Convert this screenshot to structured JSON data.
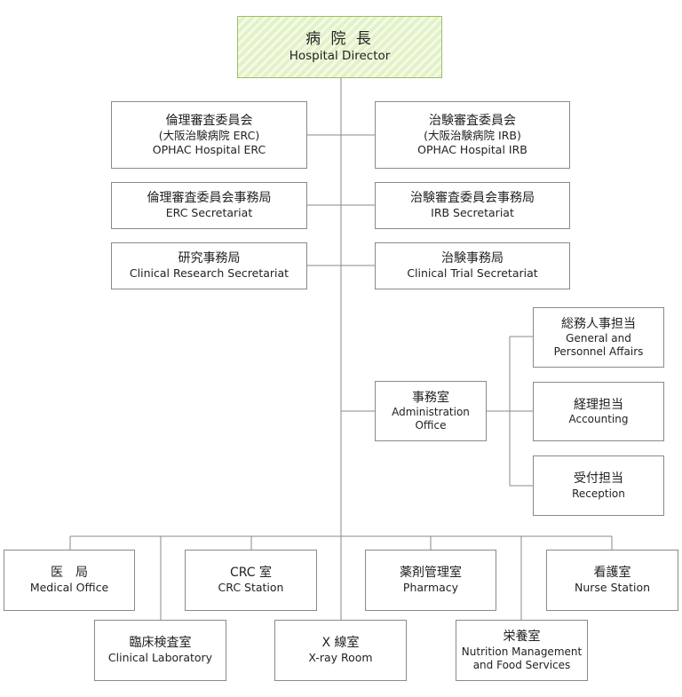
{
  "director": {
    "ja": "病 院 長",
    "en": "Hospital Director"
  },
  "committees": {
    "erc": {
      "ja": "倫理審査委員会",
      "ja2": "(大阪治験病院 ERC)",
      "en": "OPHAC Hospital ERC"
    },
    "irb": {
      "ja": "治験審査委員会",
      "ja2": "(大阪治験病院 IRB)",
      "en": "OPHAC Hospital IRB"
    },
    "erc_secretariat": {
      "ja": "倫理審査委員会事務局",
      "en": "ERC Secretariat"
    },
    "irb_secretariat": {
      "ja": "治験審査委員会事務局",
      "en": "IRB Secretariat"
    },
    "research_secretariat": {
      "ja": "研究事務局",
      "en": "Clinical Research Secretariat"
    },
    "trial_secretariat": {
      "ja": "治験事務局",
      "en": "Clinical Trial Secretariat"
    }
  },
  "administration": {
    "office": {
      "ja": "事務室",
      "en": "Administration",
      "en2": "Office"
    },
    "general": {
      "ja": "総務人事担当",
      "en": "General and",
      "en2": "Personnel Affairs"
    },
    "accounting": {
      "ja": "経理担当",
      "en": "Accounting"
    },
    "reception": {
      "ja": "受付担当",
      "en": "Reception"
    }
  },
  "departments": {
    "medical": {
      "ja": "医　局",
      "en": "Medical Office"
    },
    "crc": {
      "ja": "CRC 室",
      "en": "CRC Station"
    },
    "pharmacy": {
      "ja": "薬剤管理室",
      "en": "Pharmacy"
    },
    "nurse": {
      "ja": "看護室",
      "en": "Nurse Station"
    },
    "lab": {
      "ja": "臨床検査室",
      "en": "Clinical Laboratory"
    },
    "xray": {
      "ja": "X 線室",
      "en": "X-ray Room"
    },
    "nutrition": {
      "ja": "栄養室",
      "en": "Nutrition Management",
      "en2": "and Food Services"
    }
  }
}
